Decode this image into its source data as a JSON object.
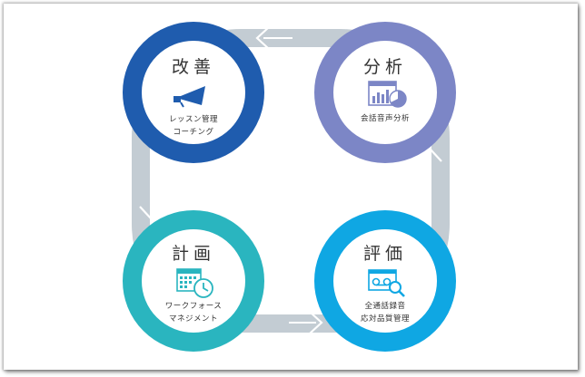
{
  "colors": {
    "ring": "#c3ccd3",
    "improve": "#1f5cae",
    "analyze": "#7c86c6",
    "plan": "#2ab5bf",
    "evaluate": "#0fa7e3",
    "text": "#333333"
  },
  "nodes": {
    "improve": {
      "title": "改善",
      "lines": [
        "レッスン管理",
        "コーチング"
      ],
      "icon": "megaphone-icon"
    },
    "analyze": {
      "title": "分析",
      "lines": [
        "会話音声分析"
      ],
      "icon": "chart-icon"
    },
    "plan": {
      "title": "計画",
      "lines": [
        "ワークフォース",
        "マネジメント"
      ],
      "icon": "calendar-clock-icon"
    },
    "evaluate": {
      "title": "評価",
      "lines": [
        "全通話録音",
        "応対品質管理"
      ],
      "icon": "recording-search-icon"
    }
  }
}
